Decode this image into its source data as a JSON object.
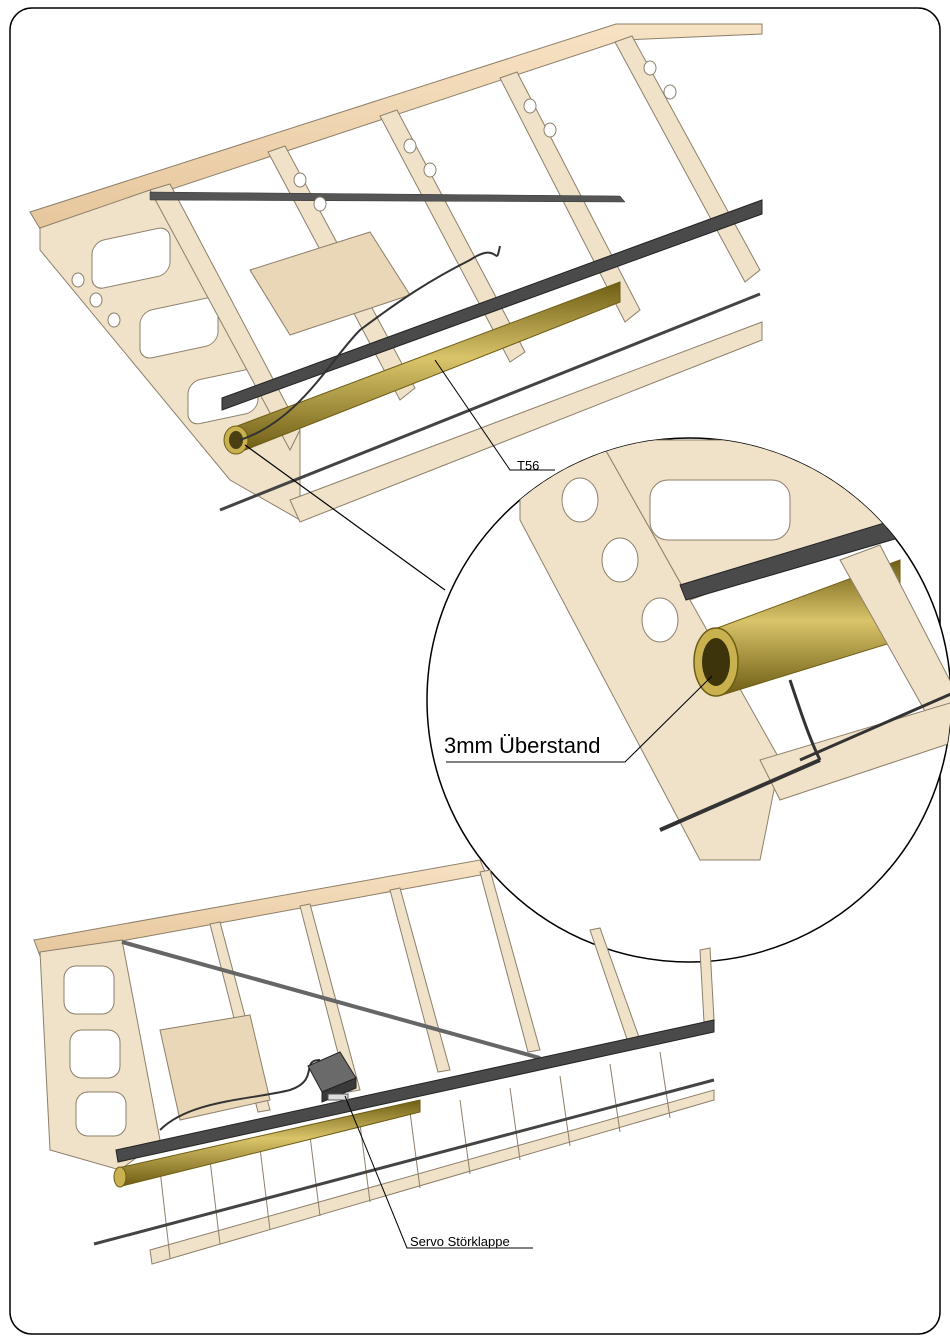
{
  "labels": {
    "tube": "T56",
    "overhang": "3mm Überstand",
    "servo": "Servo Störklappe"
  },
  "colors": {
    "wood": "#efe2c9",
    "wood_edge": "#8d7f6a",
    "balsa": "#f2d7b4",
    "brass": "#a8902f",
    "brass_dark": "#6e5d14",
    "carbon": "#444444",
    "line": "#000000"
  },
  "icons": {
    "servo": "servo-icon"
  }
}
